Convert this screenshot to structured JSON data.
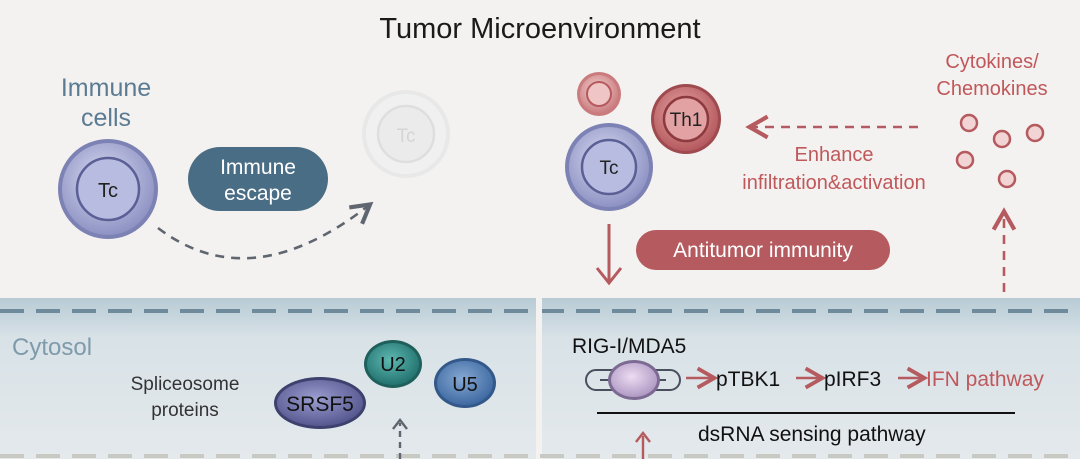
{
  "title": "Tumor Microenvironment",
  "left": {
    "heading_line1": "Immune",
    "heading_line2": "cells",
    "tc_label": "Tc",
    "escape_line1": "Immune",
    "escape_line2": "escape",
    "faded_tc_label": "Tc"
  },
  "right": {
    "th1_label": "Th1",
    "tc_label": "Tc",
    "cytokines_line1": "Cytokines/",
    "cytokines_line2": "Chemokines",
    "enhance_line1": "Enhance",
    "enhance_line2": "infiltration&activation",
    "antitumor_label": "Antitumor immunity"
  },
  "cytosol": {
    "label": "Cytosol",
    "splice_line1": "Spliceosome",
    "splice_line2": "proteins",
    "srsf5": "SRSF5",
    "u2": "U2",
    "u5": "U5"
  },
  "pathway": {
    "sensor": "RIG-I/MDA5",
    "ptbk1": "pTBK1",
    "pirf3": "pIRF3",
    "ifn": "IFN pathway",
    "dsrna": "dsRNA sensing pathway"
  },
  "colors": {
    "background": "#f4f2f0",
    "cytosol_band": "#d9e2e6",
    "blue_dark": "#4a6d86",
    "heading_blue": "#5b7b93",
    "red_accent": "#b55a5e",
    "red_text": "#c0585b",
    "tc_fill": "#a9aed3",
    "teal": "#2f8a86",
    "u5_fill": "#4e7ab0",
    "srsf5_fill": "#6668a6"
  }
}
